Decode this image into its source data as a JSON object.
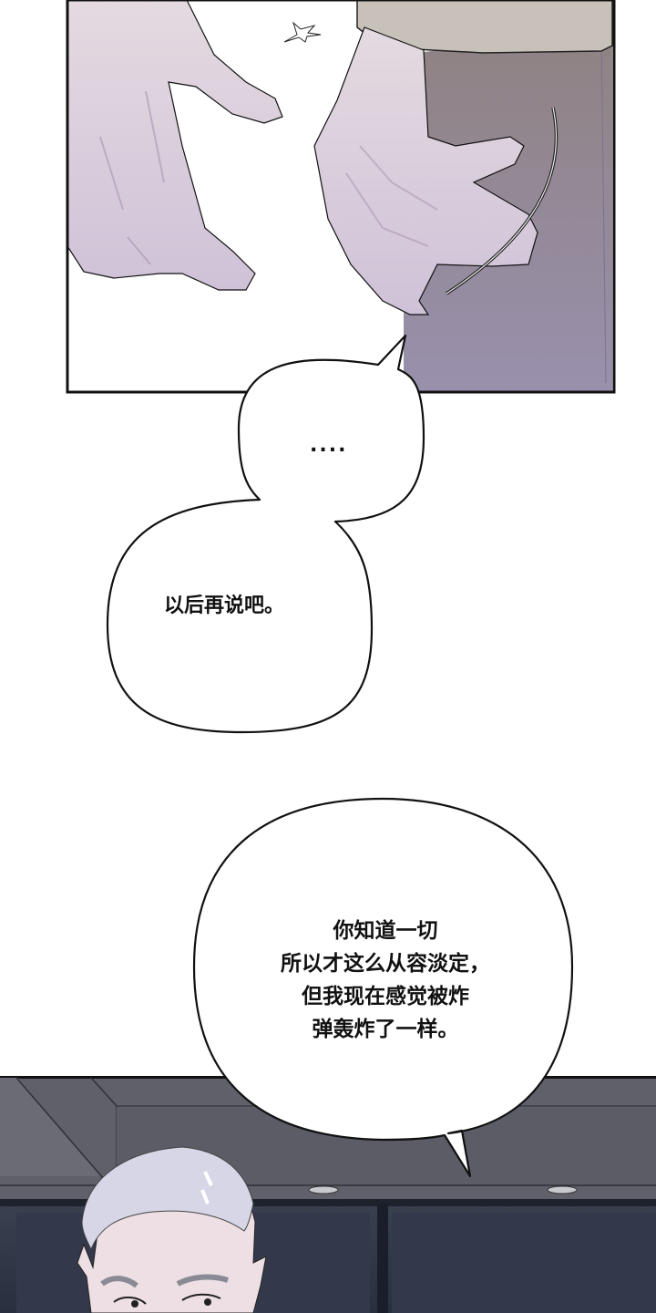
{
  "comic": {
    "panels": [
      {
        "id": "panel-hands",
        "description": "Two pale hands reaching; one hand hooked near trousers, small sparkle above",
        "colors": {
          "border": "#111111",
          "skin": "#ddd0dc",
          "trousers": "#9a8fa9",
          "shirt": "#c9c3bc"
        }
      },
      {
        "id": "panel-office",
        "description": "Silver-haired man in dim office, ceiling lights above",
        "colors": {
          "ceiling": "#5d5e68",
          "wall": "#2f3646",
          "hair": "#d8d8e6",
          "skin": "#eee2e6"
        }
      }
    ],
    "bubbles": [
      {
        "id": "bubble-ellipsis",
        "text": "...."
      },
      {
        "id": "bubble-later",
        "text": "以后再说吧。"
      },
      {
        "id": "bubble-long",
        "lines": [
          "你知道一切",
          "所以才这么从容淡定，",
          "但我现在感觉被炸",
          "弹轰炸了一样。"
        ]
      }
    ]
  }
}
